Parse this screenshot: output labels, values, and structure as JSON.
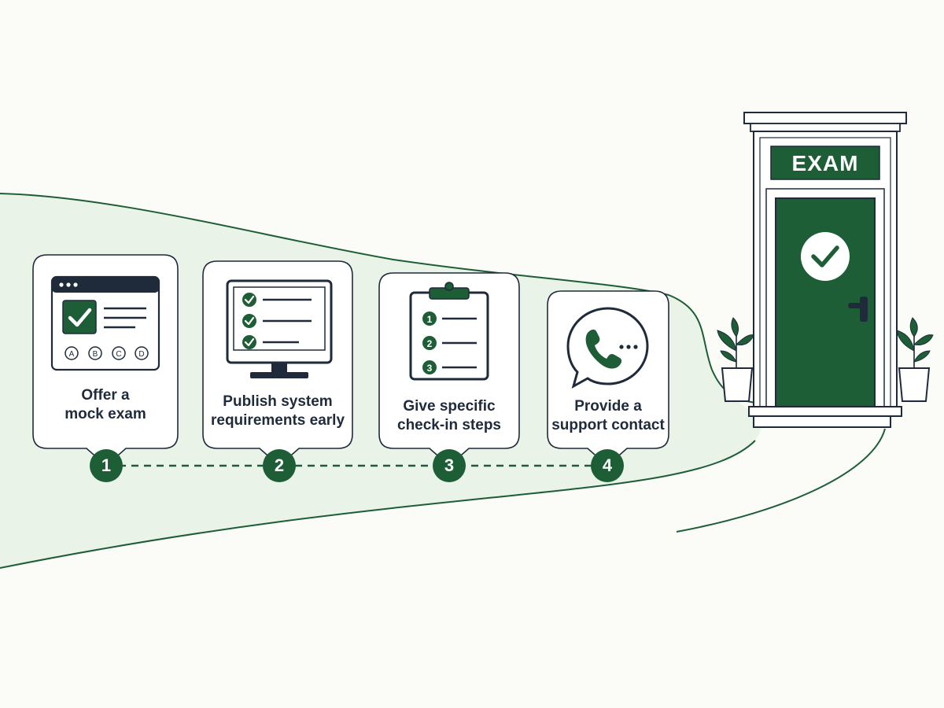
{
  "colors": {
    "accent": "#1e5e36",
    "path_fill": "#e9f3e8",
    "ink": "#1f2b3a",
    "background": "#fbfbf8"
  },
  "steps": [
    {
      "number": "1",
      "line1": "Offer a",
      "line2": "mock exam",
      "icon": "mock-exam-window-icon",
      "icon_details": {
        "choices": [
          "A",
          "B",
          "C",
          "D"
        ]
      }
    },
    {
      "number": "2",
      "line1": "Publish system",
      "line2": "requirements early",
      "icon": "monitor-checklist-icon"
    },
    {
      "number": "3",
      "line1": "Give specific",
      "line2": "check-in steps",
      "icon": "clipboard-numbered-list-icon",
      "icon_details": {
        "list_numbers": [
          "1",
          "2",
          "3"
        ]
      }
    },
    {
      "number": "4",
      "line1": "Provide a",
      "line2": "support contact",
      "icon": "phone-chat-bubble-icon"
    }
  ],
  "destination": {
    "sign": "EXAM",
    "icon": "exam-door-icon",
    "door_badge_icon": "check-circle-icon",
    "decor_icon": "potted-plant-icon"
  }
}
